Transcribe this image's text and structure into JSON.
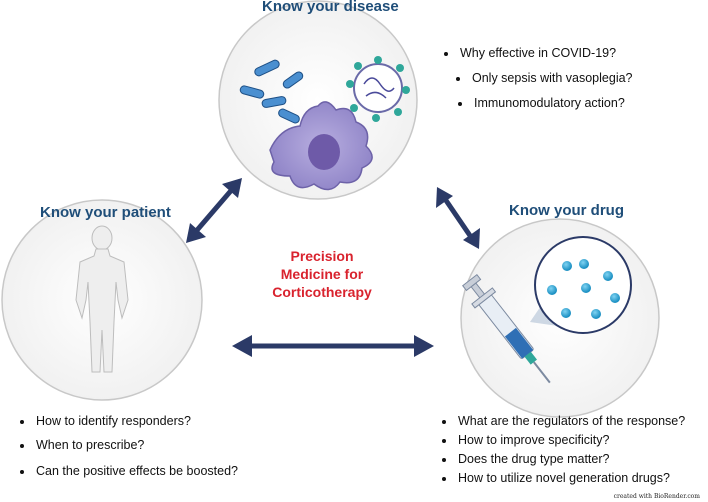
{
  "disease": {
    "title": "Know your disease",
    "bullets": [
      "Why effective in COVID-19?",
      "Only sepsis with vasoplegia?",
      "Immunomodulatory action?"
    ]
  },
  "patient": {
    "title": "Know your patient",
    "bullets": [
      "How to identify responders?",
      "When to prescribe?",
      "Can the positive effects be boosted?"
    ]
  },
  "drug": {
    "title": "Know your drug",
    "bullets": [
      "What are the regulators of the response?",
      "How to improve specificity?",
      "Does the drug type matter?",
      "How to utilize novel generation drugs?"
    ]
  },
  "center": {
    "lines": [
      "Precision",
      "Medicine for",
      "Corticotherapy"
    ]
  },
  "credit": "created with BioRender.com",
  "colors": {
    "title": "#1f4e79",
    "center": "#d9232e",
    "arrow": "#2b3a67",
    "circle_border": "#c8c8c8"
  }
}
